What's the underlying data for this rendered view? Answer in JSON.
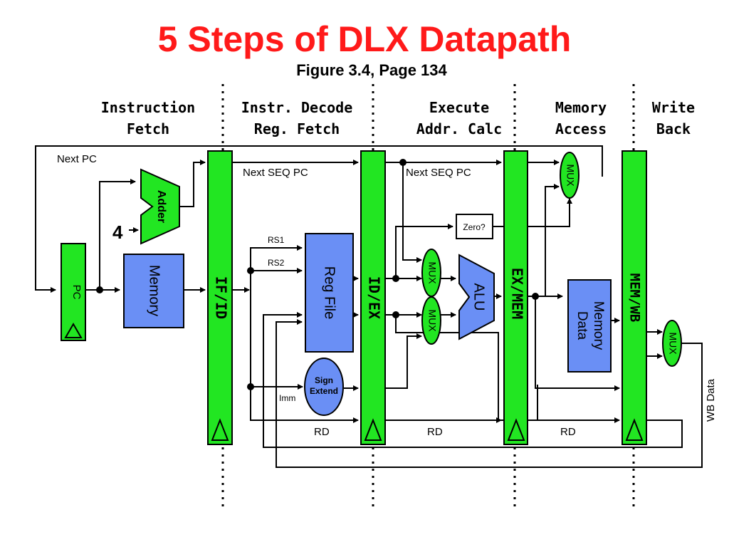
{
  "title": "5 Steps of DLX Datapath",
  "subtitle": "Figure 3.4, Page 134",
  "stages": [
    {
      "line1": "Instruction",
      "line2": "Fetch"
    },
    {
      "line1": "Instr. Decode",
      "line2": "Reg. Fetch"
    },
    {
      "line1": "Execute",
      "line2": "Addr. Calc"
    },
    {
      "line1": "Memory",
      "line2": "Access"
    },
    {
      "line1": "Write",
      "line2": "Back"
    }
  ],
  "pipeline_registers": [
    "IF/ID",
    "ID/EX",
    "EX/MEM",
    "MEM/WB"
  ],
  "blocks": {
    "pc": "PC",
    "adder": "Adder",
    "adder_const": "4",
    "instr_memory": "Memory",
    "reg_file": "Reg File",
    "sign_extend_1": "Sign",
    "sign_extend_2": "Extend",
    "alu": "ALU",
    "data_memory_1": "Data",
    "data_memory_2": "Memory",
    "zero": "Zero?",
    "mux": "MUX"
  },
  "signals": {
    "next_pc": "Next PC",
    "next_seq_pc": "Next SEQ PC",
    "rs1": "RS1",
    "rs2": "RS2",
    "imm": "Imm",
    "rd": "RD",
    "wb_data": "WB Data"
  },
  "colors": {
    "title": "#ff1a1a",
    "register": "#22e622",
    "unit": "#6a8ff5"
  }
}
